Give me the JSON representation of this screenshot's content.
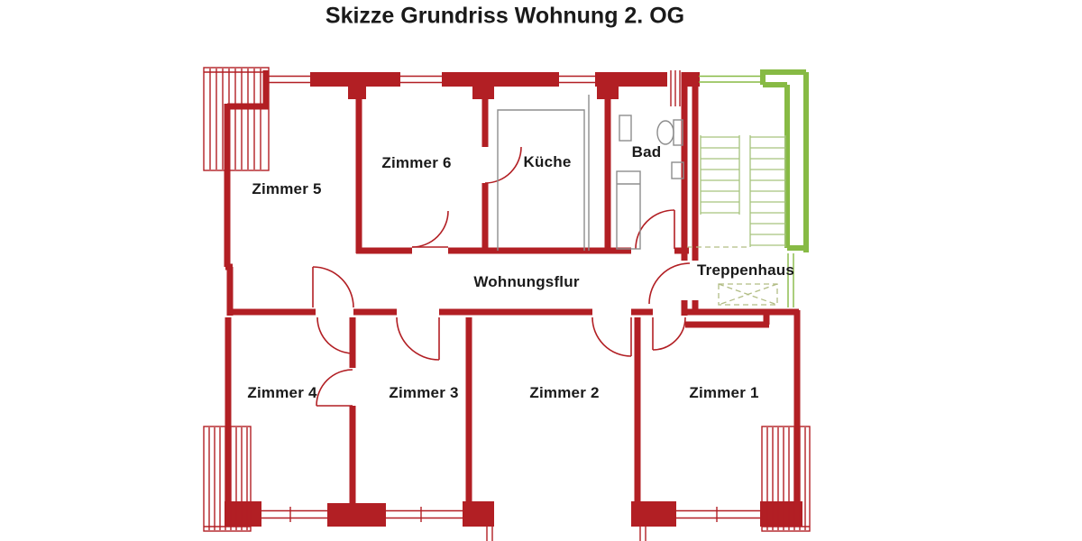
{
  "title": "Skizze Grundriss Wohnung 2. OG",
  "rooms": {
    "zimmer5": {
      "label": "Zimmer 5"
    },
    "zimmer6": {
      "label": "Zimmer 6"
    },
    "kueche": {
      "label": "Küche"
    },
    "bad": {
      "label": "Bad"
    },
    "treppenhaus": {
      "label": "Treppenhaus"
    },
    "wohnungsflur": {
      "label": "Wohnungsflur"
    },
    "zimmer4": {
      "label": "Zimmer 4"
    },
    "zimmer3": {
      "label": "Zimmer 3"
    },
    "zimmer2": {
      "label": "Zimmer 2"
    },
    "zimmer1": {
      "label": "Zimmer 1"
    }
  },
  "colors": {
    "background": "#ffffff",
    "apartment_wall": "#b21f24",
    "staircase_wall": "#87ba44",
    "stair_tread": "#a6c47e",
    "dashed_detail": "#b2bd85",
    "fixture_gray": "#8d8d8d",
    "text": "#1a1a1a"
  }
}
